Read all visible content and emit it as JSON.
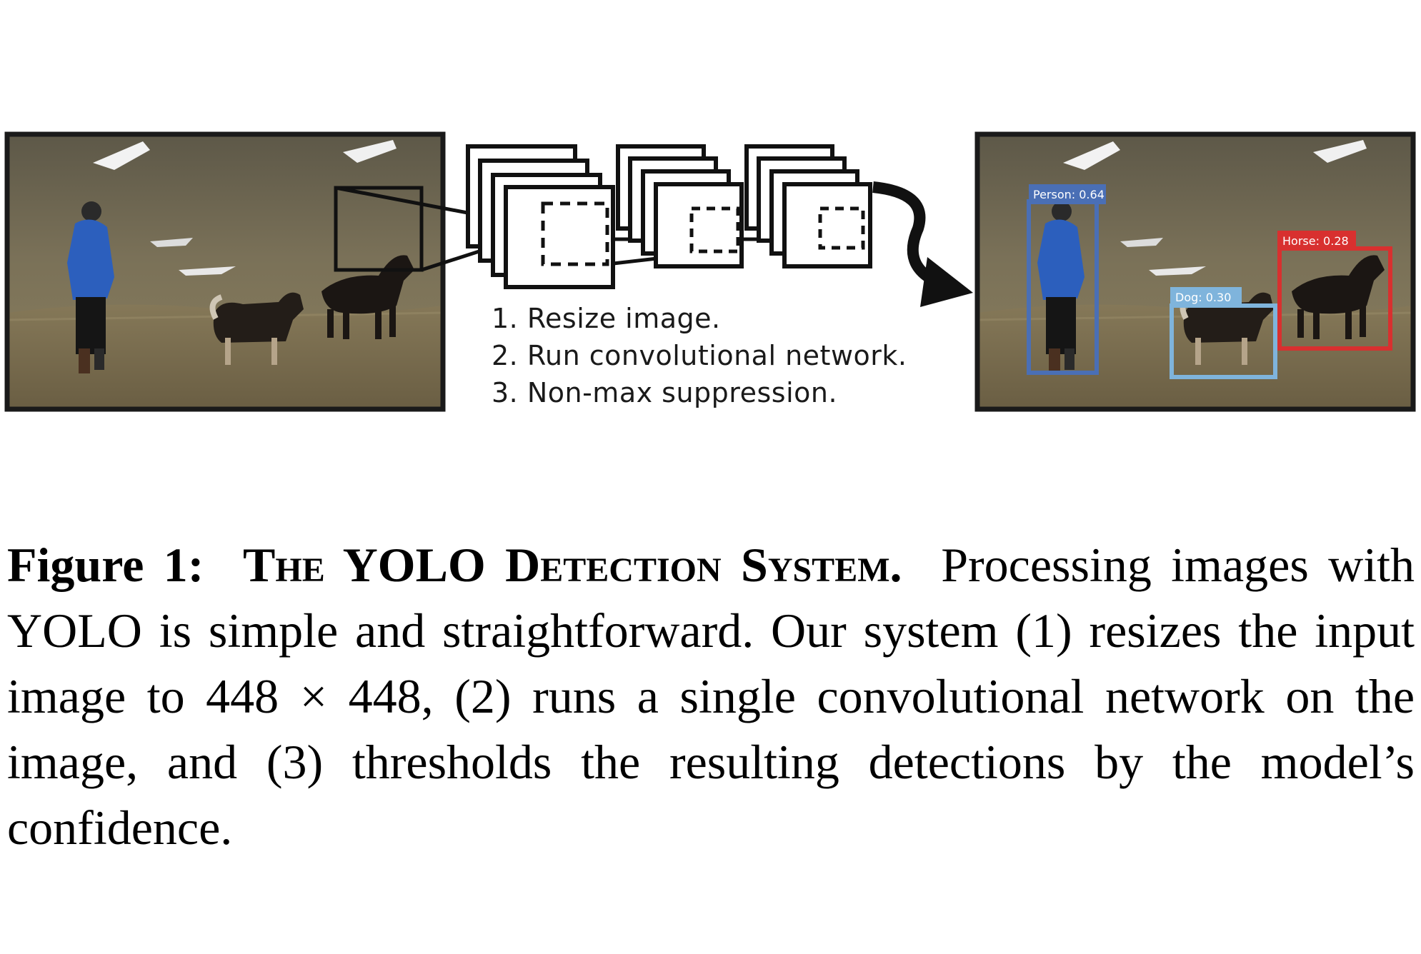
{
  "figure": {
    "steps": [
      "1. Resize image.",
      "2. Run convolutional network.",
      "3. Non-max suppression."
    ],
    "detections": [
      {
        "label": "Person: 0.64",
        "color": "#4a6fb5"
      },
      {
        "label": "Horse: 0.28",
        "color": "#d8302f"
      },
      {
        "label": "Dog: 0.30",
        "color": "#7fb4dc"
      }
    ],
    "colors": {
      "sky_grass": "#6f6752",
      "frame": "#1a1a1a",
      "jacket": "#2c5fbd"
    }
  },
  "caption": {
    "label": "Figure 1:",
    "title": "The YOLO Detection System.",
    "text": "Processing images with YOLO is simple and straightforward. Our system (1) resizes the input image to 448 × 448, (2) runs a single convolutional network on the image, and (3) thresholds the resulting detections by the model’s confidence."
  }
}
